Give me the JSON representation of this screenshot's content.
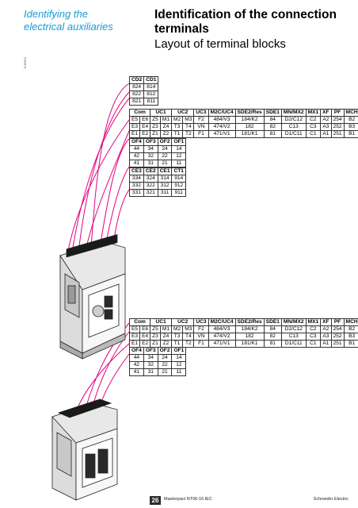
{
  "side_title": "Identifying the electrical auxiliaries",
  "main_title": "Identification of the connection terminals",
  "subtitle": "Layout of terminal blocks",
  "figure_code": "E49364",
  "cd_table": {
    "header": [
      "CD2",
      "CD1"
    ],
    "rows": [
      [
        "824",
        "814"
      ],
      [
        "822",
        "812"
      ],
      [
        "821",
        "811"
      ]
    ]
  },
  "com_table": {
    "header": [
      "Com",
      "UC1",
      "UC2",
      "UC3",
      "M2C/UC4",
      "SDE2/Res",
      "SDE1",
      "MN/MX2",
      "MX1",
      "XF",
      "PF",
      "MCH"
    ],
    "rows": [
      [
        "E5",
        "E6",
        "Z5",
        "M1",
        "M2",
        "M3",
        "F2",
        "484/V3",
        "184/K2",
        "84",
        "D2/C12",
        "C2",
        "A2",
        "254",
        "B2"
      ],
      [
        "E3",
        "E4",
        "Z3",
        "Z4",
        "T3",
        "T4",
        "VN",
        "474/V2",
        "182",
        "82",
        "C13",
        "C3",
        "A3",
        "252",
        "B3"
      ],
      [
        "E1",
        "E2",
        "Z1",
        "Z2",
        "T1",
        "T2",
        "F1",
        "471/V1",
        "181/K1",
        "81",
        "D1/C11",
        "C1",
        "A1",
        "251",
        "B1"
      ]
    ]
  },
  "of_table": {
    "header": [
      "OF4",
      "OF3",
      "OF2",
      "OF1"
    ],
    "rows": [
      [
        "44",
        "34",
        "24",
        "14"
      ],
      [
        "42",
        "32",
        "22",
        "12"
      ],
      [
        "41",
        "31",
        "21",
        "11"
      ]
    ]
  },
  "ce_table": {
    "header": [
      "CE3",
      "CE2",
      "CE1",
      "CT1"
    ],
    "rows": [
      [
        "334",
        "324",
        "314",
        "914"
      ],
      [
        "332",
        "322",
        "312",
        "912"
      ],
      [
        "331",
        "321",
        "311",
        "911"
      ]
    ]
  },
  "footer": {
    "page": "26",
    "document": "Masterpact NT06-16 IEC",
    "brand": "Schneider Electric"
  }
}
